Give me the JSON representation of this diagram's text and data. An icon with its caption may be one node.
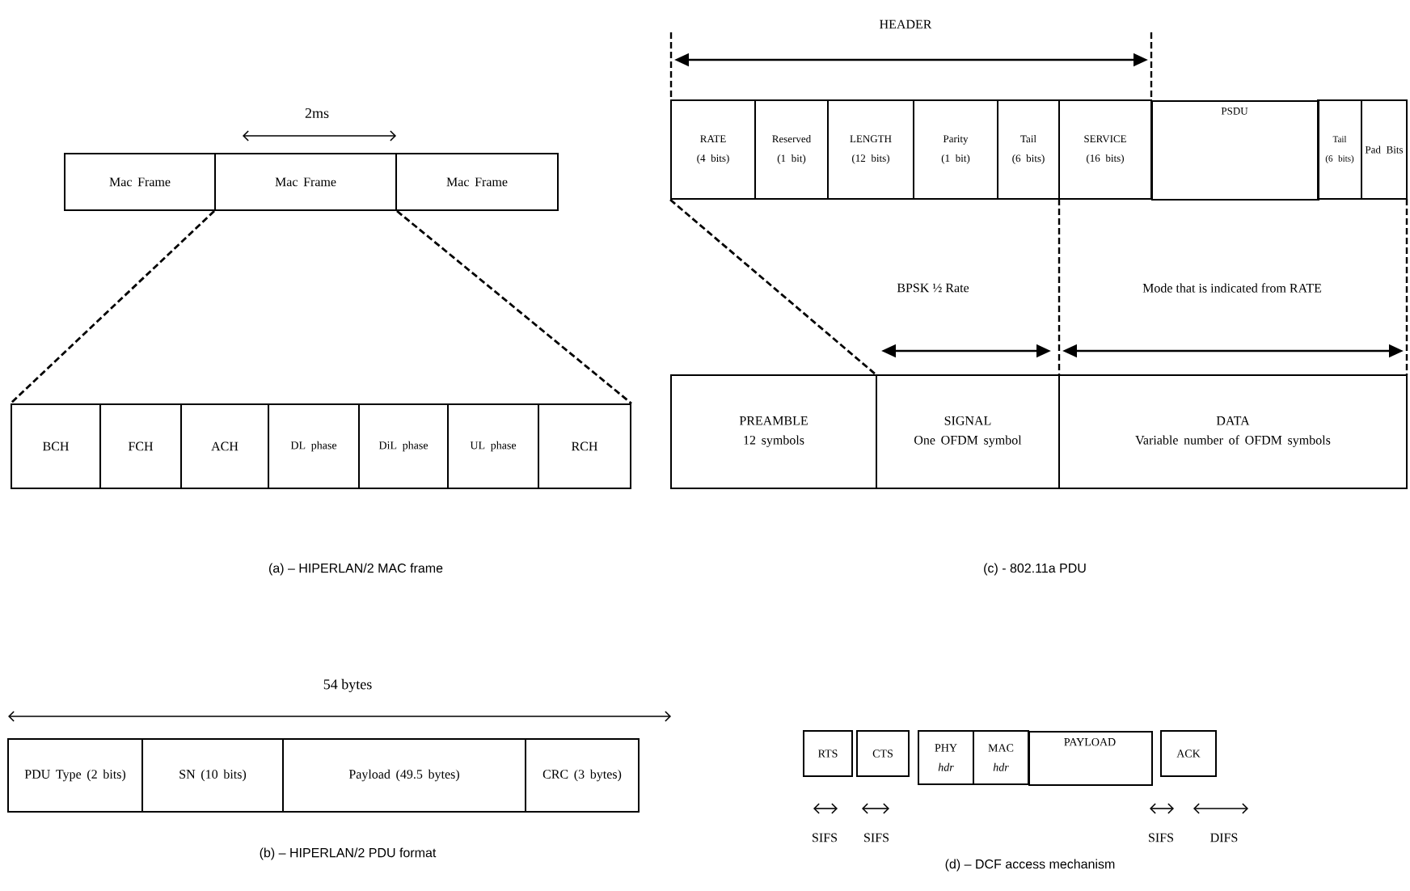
{
  "diagram": {
    "nodes": [
      {
        "text": [
          "Mac Frame"
        ]
      },
      {
        "text": [
          "Mac Frame"
        ]
      },
      {
        "text": [
          "Mac Frame"
        ]
      },
      {
        "text": [
          "BCH"
        ]
      },
      {
        "text": [
          "FCH"
        ]
      },
      {
        "text": [
          "ACH"
        ]
      },
      {
        "text": [
          "DL phase"
        ]
      },
      {
        "text": [
          "DiL phase"
        ]
      },
      {
        "text": [
          "UL phase"
        ]
      },
      {
        "text": [
          "RCH"
        ]
      },
      {
        "text": [
          "PDU Type (2 bits)"
        ]
      },
      {
        "text": [
          "SN (10 bits)"
        ]
      },
      {
        "text": [
          "Payload (49.5 bytes)"
        ]
      },
      {
        "text": [
          "CRC (3 bytes)"
        ]
      },
      {
        "text": [
          "RATE",
          "(4 bits)"
        ]
      },
      {
        "text": [
          "Reserved",
          "(1 bit)"
        ]
      },
      {
        "text": [
          "LENGTH",
          "(12 bits)"
        ]
      },
      {
        "text": [
          "Parity",
          "(1 bit)"
        ]
      },
      {
        "text": [
          "Tail",
          "(6 bits)"
        ]
      },
      {
        "text": [
          "SERVICE",
          "(16 bits)"
        ]
      },
      {
        "text": [
          "PSDU"
        ]
      },
      {
        "text": [
          "Tail",
          "(6 bits)"
        ]
      },
      {
        "text": [
          "Pad Bits"
        ]
      },
      {
        "text": [
          "PREAMBLE",
          "12 symbols"
        ]
      },
      {
        "text": [
          "SIGNAL",
          "One OFDM symbol"
        ]
      },
      {
        "text": [
          "DATA",
          "Variable number of OFDM symbols"
        ]
      },
      {
        "text": [
          "RTS"
        ]
      },
      {
        "text": [
          "CTS"
        ]
      },
      {
        "text": [
          "PHY *hdr*"
        ]
      },
      {
        "text": [
          "MAC *hdr*"
        ]
      },
      {
        "text": [
          "PAYLOAD"
        ]
      },
      {
        "text": [
          "ACK"
        ]
      }
    ],
    "edges": [
      {
        "from": 1,
        "to": 3,
        "arrow": "none",
        "style": "dashed"
      },
      {
        "from": 1,
        "to": 9,
        "arrow": "none",
        "style": "dashed"
      },
      {
        "from": 14,
        "to": 24,
        "arrow": "none",
        "style": "dashed"
      }
    ],
    "labels": [
      "2ms",
      "(a) – HIPERLAN/2 MAC frame",
      "54 bytes",
      "(b) – HIPERLAN/2 PDU format",
      "HEADER",
      "BPSK ½ Rate",
      "Mode that is indicated from RATE",
      "(c)  -  802.11a  PDU",
      "SIFS",
      "SIFS",
      "SIFS",
      "DIFS",
      "(d) – DCF access mechanism"
    ]
  }
}
